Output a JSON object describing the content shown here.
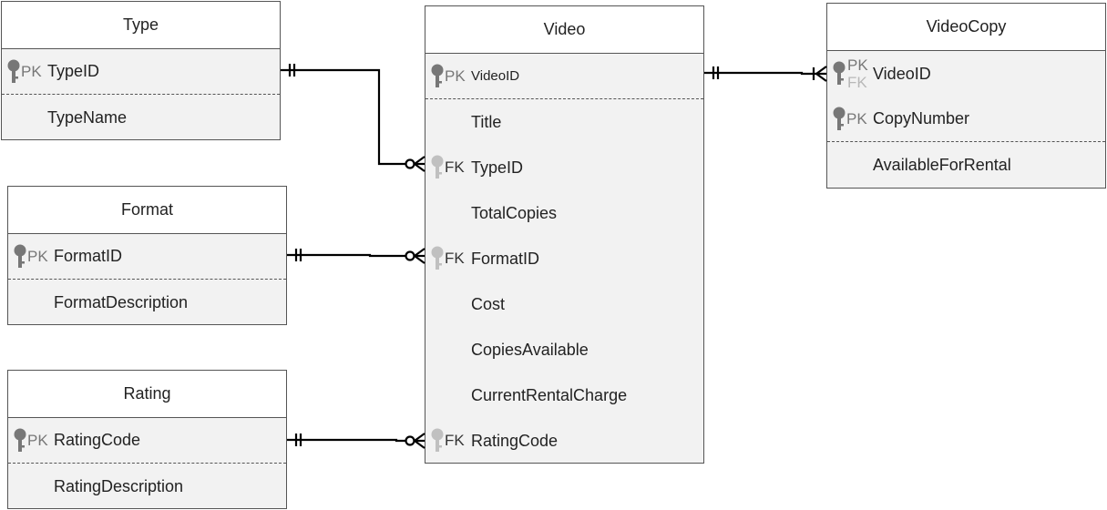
{
  "entities": {
    "type": {
      "title": "Type",
      "rows": [
        {
          "key": "PK",
          "name": "TypeID"
        },
        {
          "key": "",
          "name": "TypeName"
        }
      ]
    },
    "format": {
      "title": "Format",
      "rows": [
        {
          "key": "PK",
          "name": "FormatID"
        },
        {
          "key": "",
          "name": "FormatDescription"
        }
      ]
    },
    "rating": {
      "title": "Rating",
      "rows": [
        {
          "key": "PK",
          "name": "RatingCode"
        },
        {
          "key": "",
          "name": "RatingDescription"
        }
      ]
    },
    "video": {
      "title": "Video",
      "rows": [
        {
          "key": "PK",
          "name": "VideoID"
        },
        {
          "key": "",
          "name": "Title"
        },
        {
          "key": "FK",
          "name": "TypeID"
        },
        {
          "key": "",
          "name": "TotalCopies"
        },
        {
          "key": "FK",
          "name": "FormatID"
        },
        {
          "key": "",
          "name": "Cost"
        },
        {
          "key": "",
          "name": "CopiesAvailable"
        },
        {
          "key": "",
          "name": "CurrentRentalCharge"
        },
        {
          "key": "FK",
          "name": "RatingCode"
        }
      ]
    },
    "videocopy": {
      "title": "VideoCopy",
      "rows": [
        {
          "key": "PK",
          "key2": "FK",
          "name": "VideoID"
        },
        {
          "key": "PK",
          "name": "CopyNumber"
        },
        {
          "key": "",
          "name": "AvailableForRental"
        }
      ]
    }
  },
  "relationships": [
    {
      "from": "Type.TypeID",
      "to": "Video.TypeID",
      "from_cardinality": "exactly one",
      "to_cardinality": "zero or many"
    },
    {
      "from": "Format.FormatID",
      "to": "Video.FormatID",
      "from_cardinality": "exactly one",
      "to_cardinality": "zero or many"
    },
    {
      "from": "Rating.RatingCode",
      "to": "Video.RatingCode",
      "from_cardinality": "exactly one",
      "to_cardinality": "zero or many"
    },
    {
      "from": "Video.VideoID",
      "to": "VideoCopy.VideoID",
      "from_cardinality": "exactly one",
      "to_cardinality": "one or many"
    }
  ],
  "colors": {
    "header_bg": "#ffffff",
    "body_bg": "#f2f2f2",
    "border": "#555555",
    "pk_key_icon": "#777777",
    "fk_key_icon": "#c0c0c0",
    "line": "#000000"
  },
  "icons": {
    "primary_key": "key-icon",
    "foreign_key": "key-icon"
  }
}
